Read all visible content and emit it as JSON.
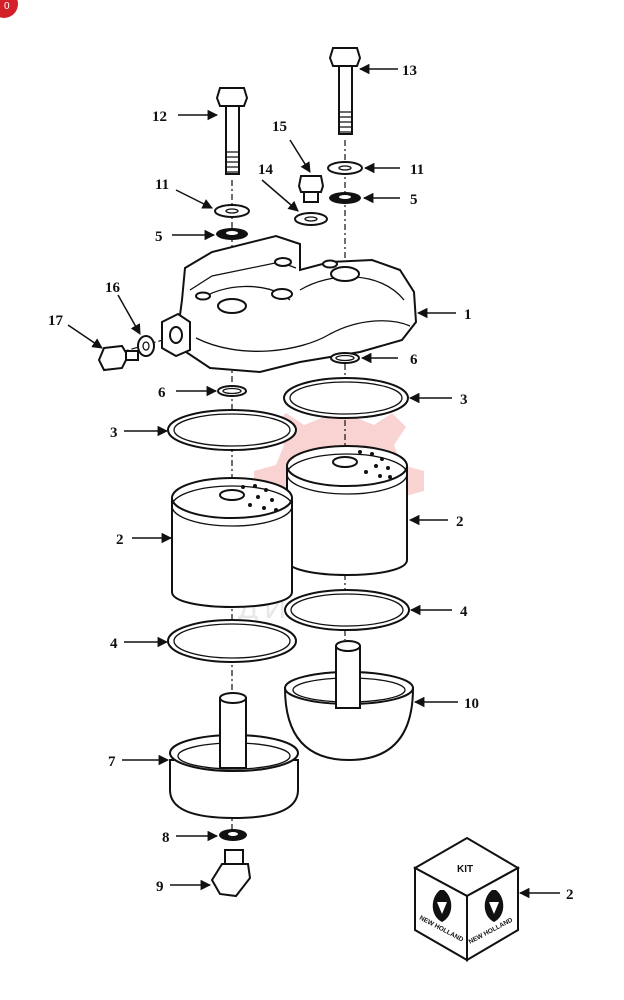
{
  "corner_badge": "0",
  "watermark": "ДИЛЕХ",
  "kit_label": "KIT",
  "brand_text": "NEW HOLLAND",
  "callouts": {
    "c1": "1",
    "c2a": "2",
    "c2b": "2",
    "c2kit": "2",
    "c3a": "3",
    "c3b": "3",
    "c4a": "4",
    "c4b": "4",
    "c5a": "5",
    "c5b": "5",
    "c6a": "6",
    "c6b": "6",
    "c7": "7",
    "c8": "8",
    "c9": "9",
    "c10": "10",
    "c11a": "11",
    "c11b": "11",
    "c12": "12",
    "c13": "13",
    "c14": "14",
    "c15": "15",
    "c16": "16",
    "c17": "17"
  },
  "colors": {
    "line": "#111111",
    "badge": "#d4202a",
    "watermark": "#f4c4c4"
  }
}
